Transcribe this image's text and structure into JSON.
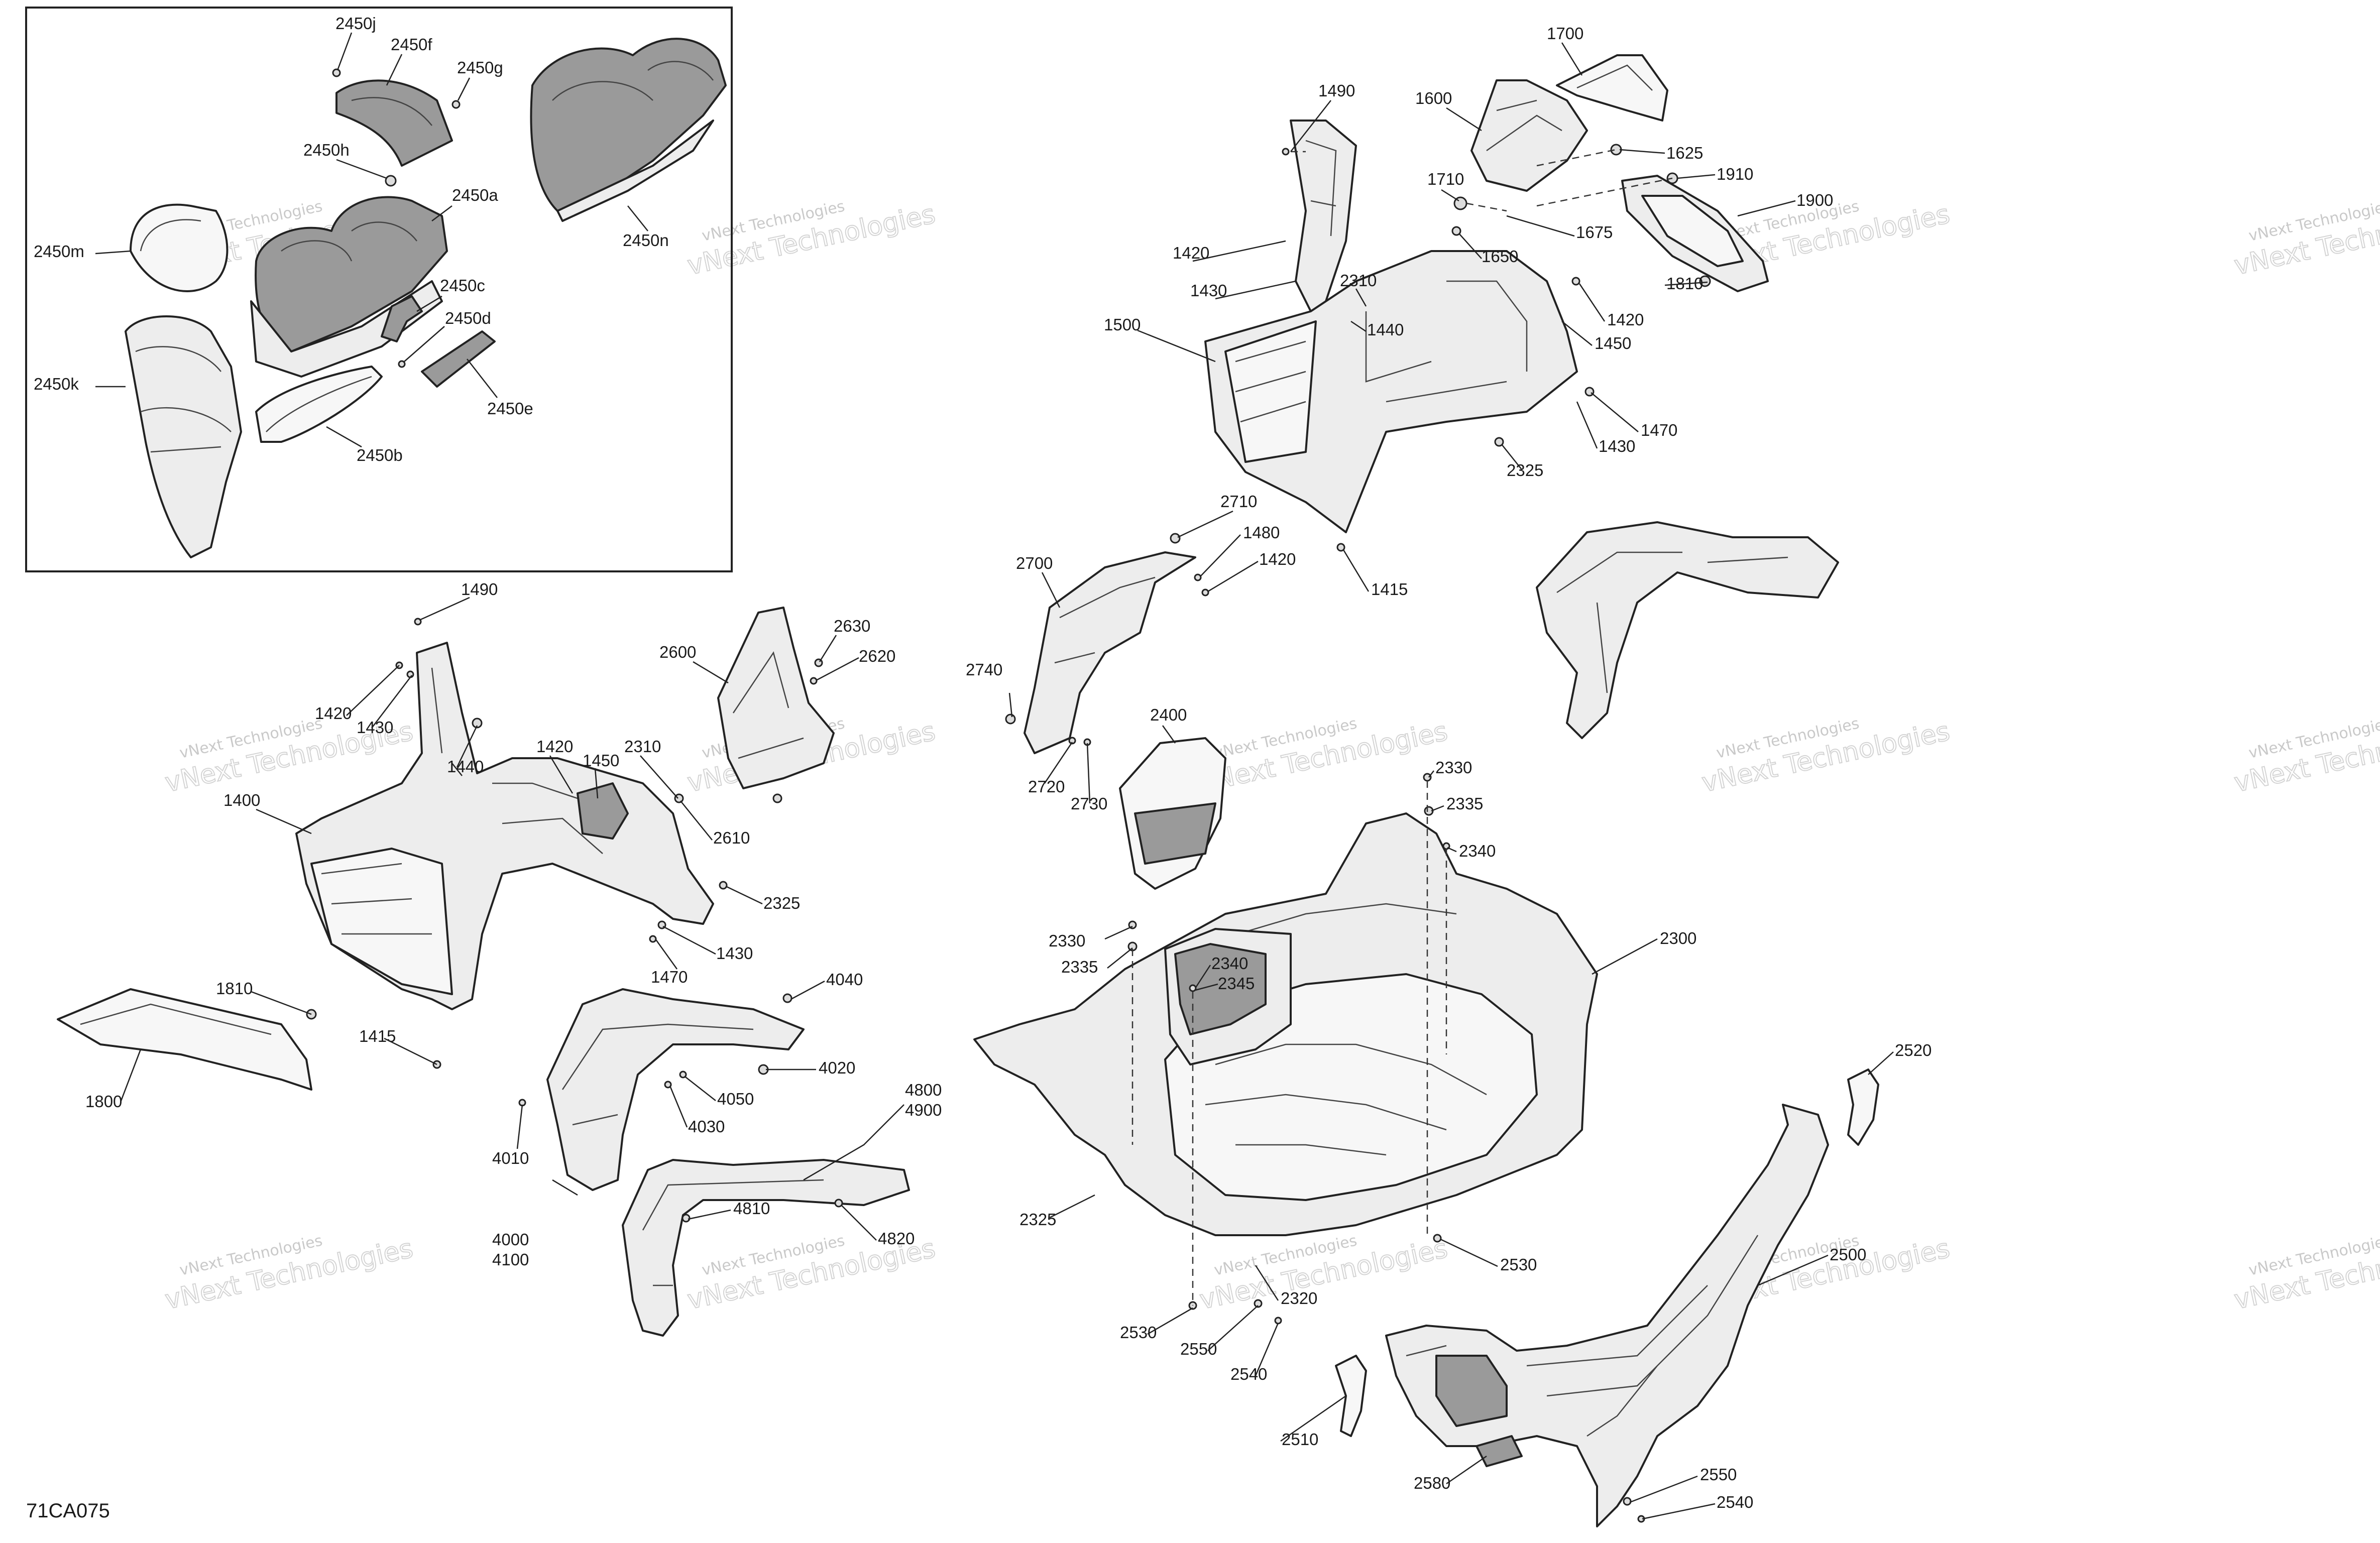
{
  "diagram_code": "71CA075",
  "watermark": {
    "line1": "vNext Technologies",
    "line2": "vNext Technologies"
  },
  "inset_callouts": [
    "2450j",
    "2450f",
    "2450g",
    "2450h",
    "2450a",
    "2450m",
    "2450n",
    "2450c",
    "2450d",
    "2450k",
    "2450e",
    "2450b"
  ],
  "callouts": [
    "1490",
    "1600",
    "1700",
    "1625",
    "1710",
    "1910",
    "1900",
    "1420",
    "1430",
    "1675",
    "1650",
    "2310",
    "1810",
    "1500",
    "1440",
    "1420",
    "1450",
    "1470",
    "1430",
    "2325",
    "2710",
    "1480",
    "1420",
    "2700",
    "1415",
    "1490",
    "2630",
    "2620",
    "2600",
    "1420",
    "1430",
    "2740",
    "2400",
    "1440",
    "1420",
    "1450",
    "2310",
    "2720",
    "2730",
    "2330",
    "2335",
    "2340",
    "1400",
    "2610",
    "2325",
    "1430",
    "2330",
    "2335",
    "2340",
    "2345",
    "2300",
    "1810",
    "1470",
    "4040",
    "1415",
    "4020",
    "1800",
    "4050",
    "4800",
    "4900",
    "2520",
    "4030",
    "4010",
    "4810",
    "4820",
    "2325",
    "2530",
    "4000",
    "4100",
    "2500",
    "2320",
    "2530",
    "2550",
    "2540",
    "2510",
    "2580",
    "2550",
    "2540"
  ]
}
